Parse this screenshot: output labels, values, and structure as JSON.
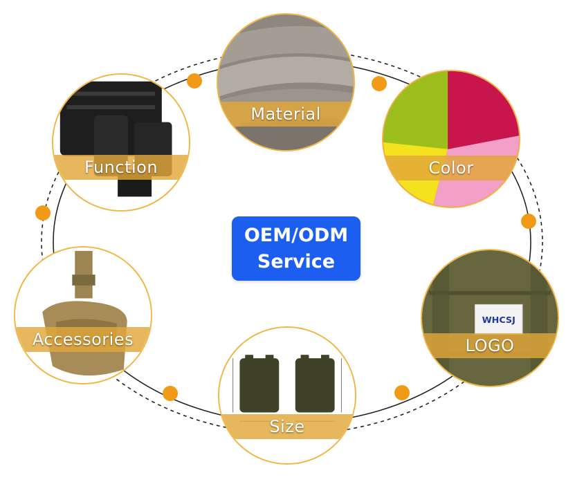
{
  "center": {
    "line1": "OEM/ODM",
    "line2": "Service",
    "color": "#1b5ef0"
  },
  "accent_color": "#f09a18",
  "nodes": [
    {
      "label": "Material",
      "image": "grey-fabric-rolls"
    },
    {
      "label": "Color",
      "image": "colorful-fabric-swatches"
    },
    {
      "label": "LOGO",
      "image": "vest-with-logo-patch"
    },
    {
      "label": "Size",
      "image": "tactical-vest-size-chart"
    },
    {
      "label": "Accessories",
      "image": "tan-drop-leg-holster"
    },
    {
      "label": "Function",
      "image": "black-molle-pouches"
    }
  ],
  "logo_patch_text": "WHCSJ"
}
